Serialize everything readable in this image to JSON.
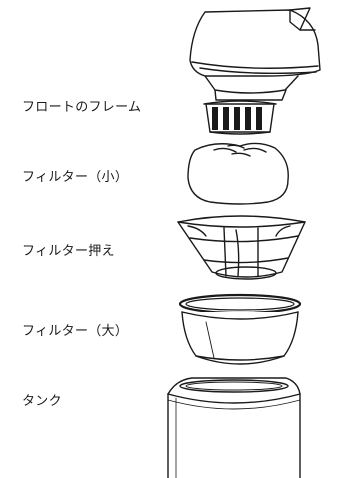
{
  "labels": {
    "float_frame": "フロートのフレーム",
    "filter_small": "フィルター（小）",
    "filter_holder": "フィルター押え",
    "filter_large": "フィルター（大）",
    "tank": "タンク"
  },
  "colors": {
    "ink": "#1a1a1a",
    "background": "#ffffff"
  }
}
